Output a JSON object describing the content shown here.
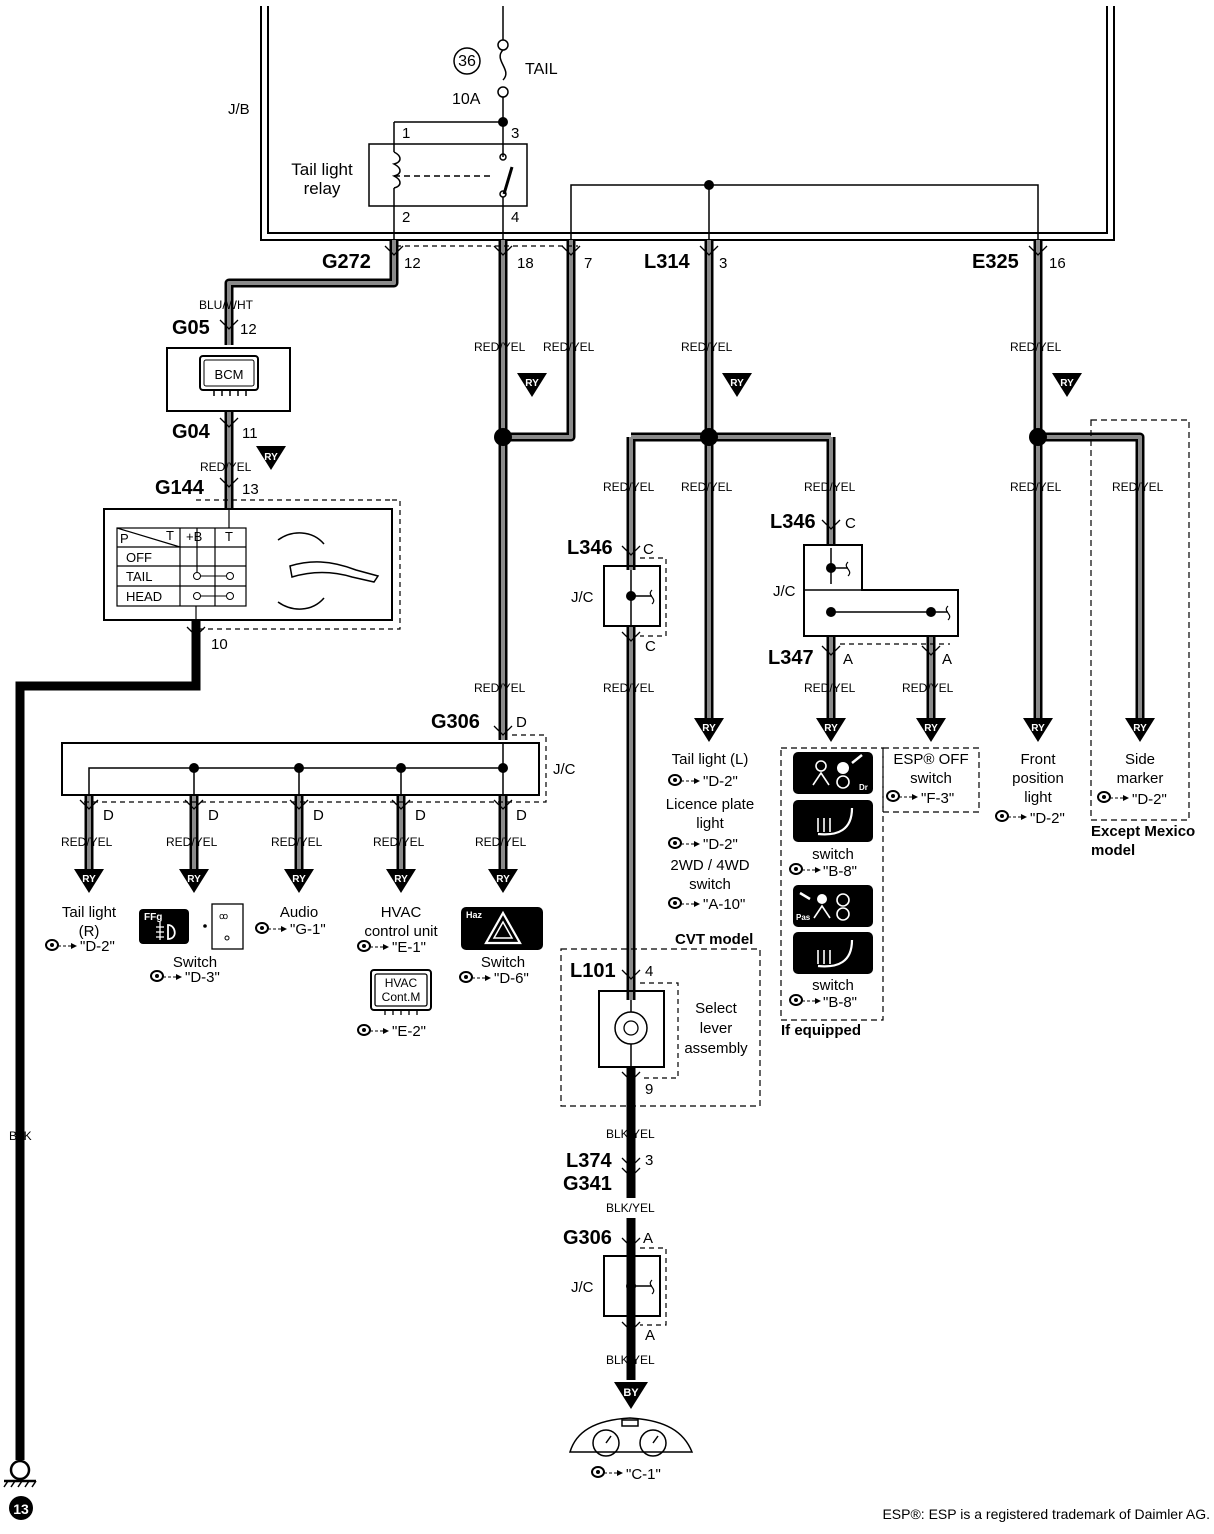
{
  "diagram": {
    "jb_label": "J/B",
    "fuse": {
      "number": "36",
      "name": "TAIL",
      "rating": "10A"
    },
    "relay": {
      "name_line1": "Tail light",
      "name_line2": "relay",
      "pins": [
        "1",
        "3",
        "2",
        "4"
      ]
    },
    "connectors": {
      "g272": {
        "name": "G272",
        "pins": [
          "12",
          "18",
          "7"
        ]
      },
      "l314": {
        "name": "L314",
        "pin": "3"
      },
      "e325": {
        "name": "E325",
        "pin": "16"
      },
      "g05": {
        "name": "G05",
        "pin": "12"
      },
      "g04": {
        "name": "G04",
        "pin": "11"
      },
      "g144": {
        "name": "G144",
        "pin": "13",
        "pin_bottom": "10"
      },
      "g306_top": {
        "name": "G306",
        "pin": "D"
      },
      "l346_left": {
        "name": "L346",
        "pin": "C"
      },
      "l346_right": {
        "name": "L346",
        "pin": "C"
      },
      "l347": {
        "name": "L347",
        "pin": "A"
      },
      "l101": {
        "name": "L101",
        "pin": "4",
        "pin_bottom": "9"
      },
      "l374": {
        "name": "L374",
        "pin": "3"
      },
      "g341": {
        "name": "G341"
      },
      "g306_bottom": {
        "name": "G306",
        "pin": "A"
      }
    },
    "wire_colors": {
      "blu_wht": "BLU/WHT",
      "red_yel": "RED/YEL",
      "blk": "BLK",
      "blk_yel": "BLK/YEL"
    },
    "badges": {
      "ry": "RY",
      "by": "BY"
    },
    "bcm_label": "BCM",
    "jc_label": "J/C",
    "pin_d": "D",
    "pin_c": "C",
    "pin_a": "A",
    "switch_table": {
      "header": [
        "P",
        "T",
        "+B",
        "T"
      ],
      "rows": [
        "OFF",
        "TAIL",
        "HEAD"
      ]
    },
    "loads": {
      "tail_light_r": {
        "line1": "Tail light",
        "line2": "(R)",
        "ref": "\"D-2\""
      },
      "fog_switch": {
        "icon_text": "FFg",
        "label": "Switch",
        "ref": "\"D-3\""
      },
      "audio": {
        "label": "Audio",
        "ref": "\"G-1\""
      },
      "hvac": {
        "line1": "HVAC",
        "line2": "control unit",
        "ref": "\"E-1\"",
        "unit_line1": "HVAC",
        "unit_line2": "Cont.M",
        "unit_ref": "\"E-2\""
      },
      "hazard": {
        "icon_text": "Haz",
        "label": "Switch",
        "ref": "\"D-6\""
      },
      "tail_light_l": {
        "label": "Tail light (L)",
        "ref1": "\"D-2\"",
        "licence1": "Licence plate",
        "licence2": "light",
        "ref2": "\"D-2\"",
        "wd1": "2WD / 4WD",
        "wd2": "switch",
        "ref3": "\"A-10\""
      },
      "select_lever": {
        "line1": "Select",
        "line2": "lever",
        "line3": "assembly",
        "group_label": "CVT model"
      },
      "seat_heater": {
        "dr_text": "Dr",
        "pas_text": "Pas",
        "switch_label": "switch",
        "ref1": "\"B-8\"",
        "ref2": "\"B-8\"",
        "group_label": "If equipped"
      },
      "esp_off": {
        "line1": "ESP® OFF",
        "line2": "switch",
        "ref": "\"F-3\""
      },
      "front_position": {
        "line1": "Front",
        "line2": "position",
        "line3": "light",
        "ref": "\"D-2\""
      },
      "side_marker": {
        "line1": "Side",
        "line2": "marker",
        "ref": "\"D-2\"",
        "group_line1": "Except Mexico",
        "group_line2": "model"
      },
      "meter": {
        "ref": "\"C-1\""
      },
      "ground": {
        "number": "13"
      }
    },
    "footnote": "ESP®: ESP is a registered trademark of Daimler AG."
  }
}
